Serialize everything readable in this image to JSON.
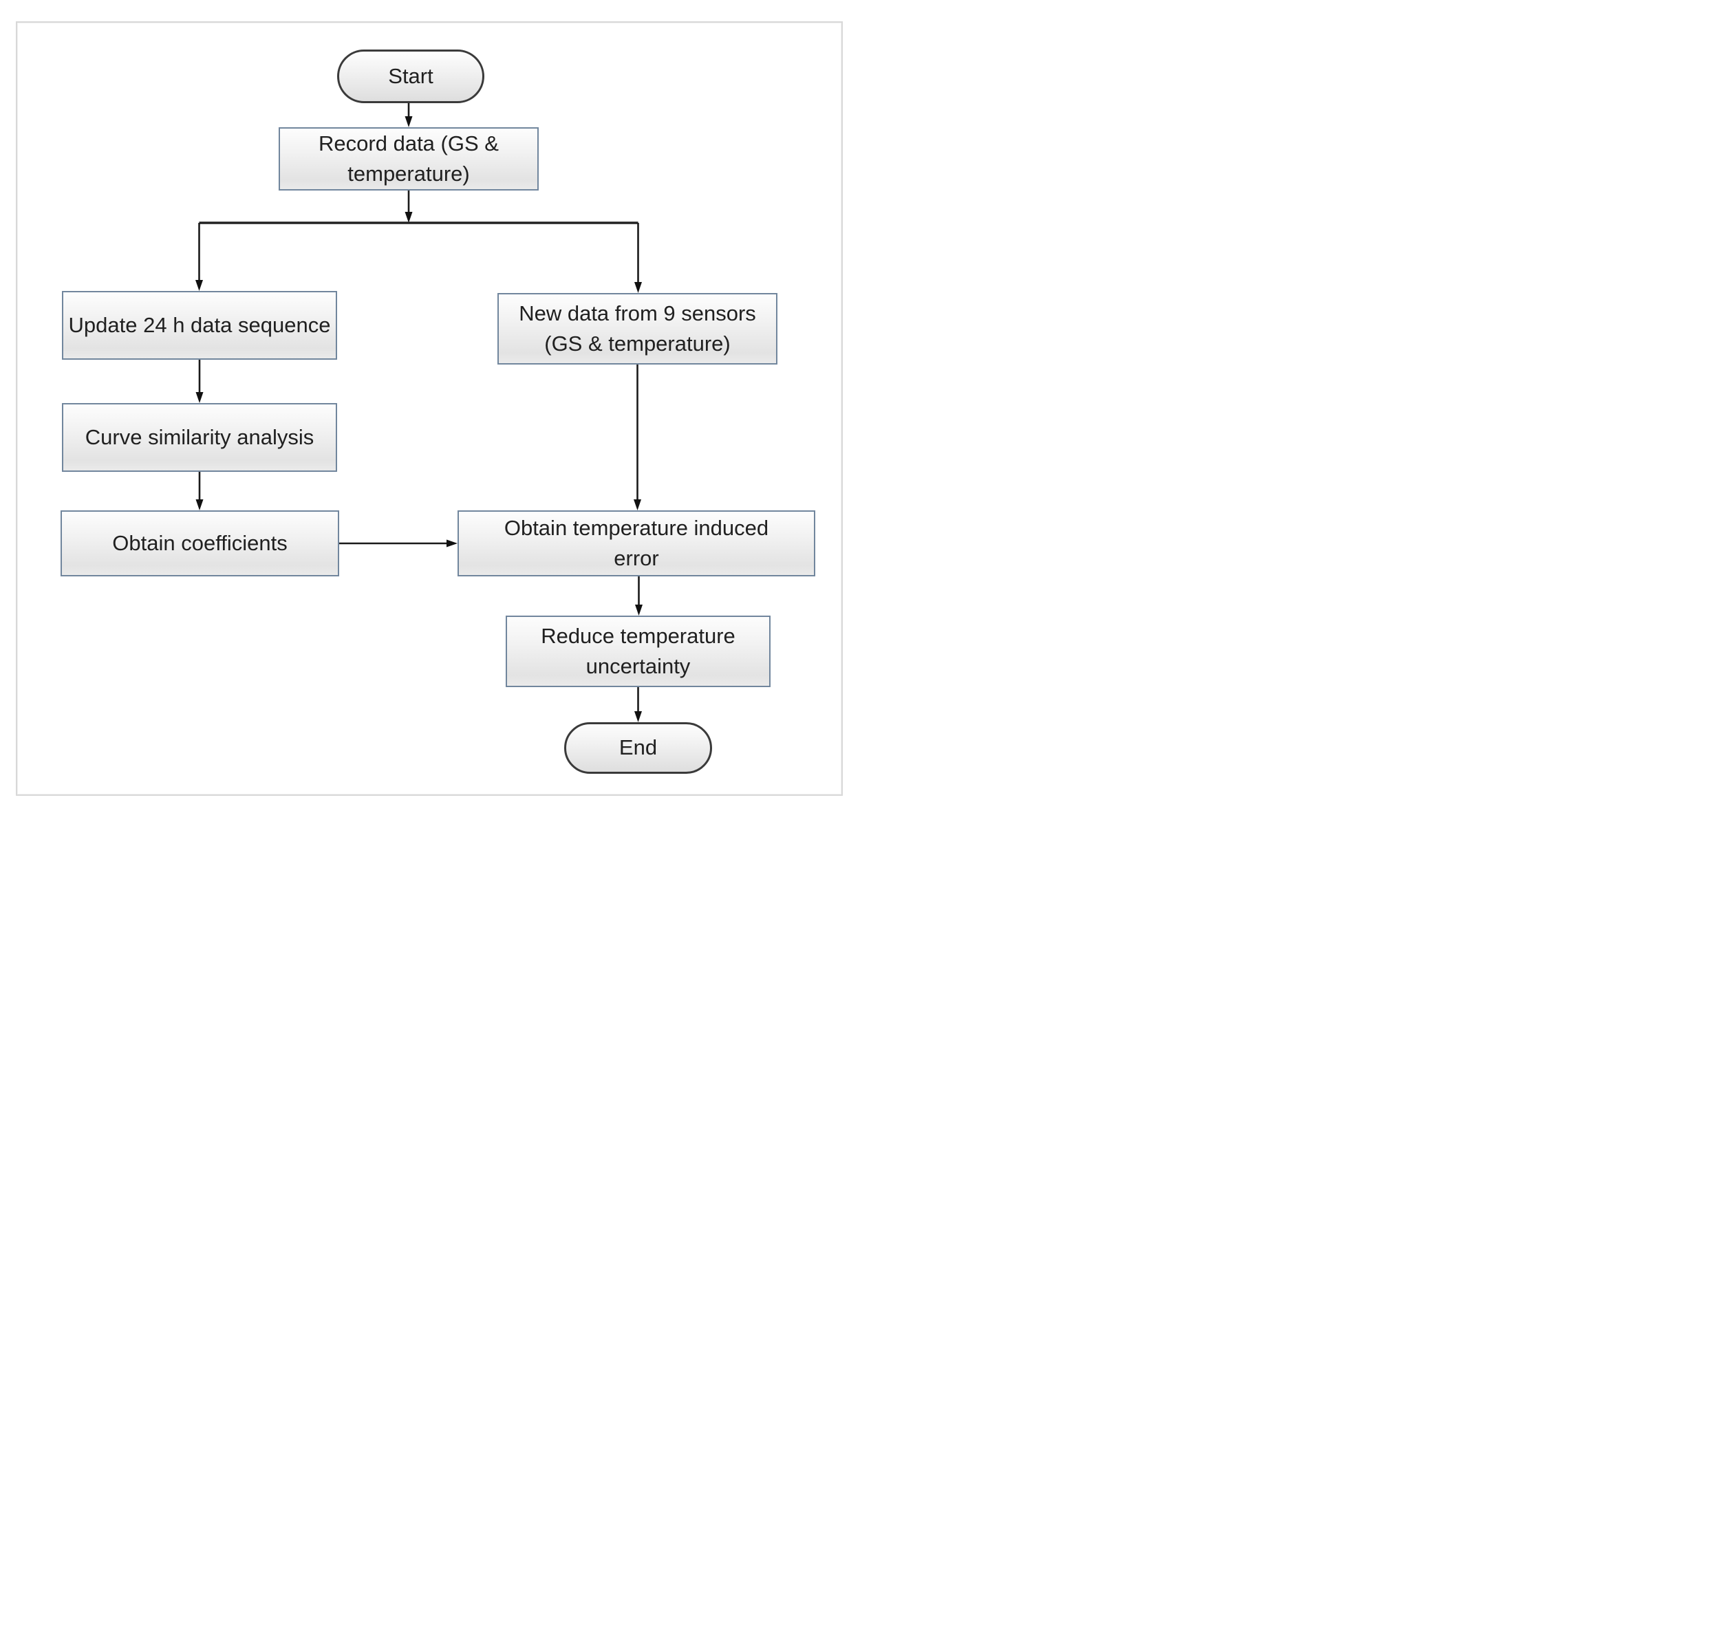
{
  "figure_type": "flowchart",
  "nodes": {
    "start": {
      "label": "Start",
      "shape": "terminator"
    },
    "record": {
      "label": "Record data (GS & temperature)",
      "shape": "process"
    },
    "update": {
      "label": "Update 24 h data sequence",
      "shape": "process"
    },
    "curve": {
      "label": "Curve similarity analysis",
      "shape": "process"
    },
    "obtain": {
      "label": "Obtain coefficients",
      "shape": "process"
    },
    "newdata": {
      "label": "New data from 9 sensors (GS & temperature)",
      "shape": "process"
    },
    "error": {
      "label": "Obtain temperature induced error",
      "shape": "process"
    },
    "reduce": {
      "label": "Reduce temperature uncertainty",
      "shape": "process"
    },
    "end": {
      "label": "End",
      "shape": "terminator"
    }
  },
  "edges": [
    {
      "from": "start",
      "to": "record"
    },
    {
      "from": "record",
      "to": "branch-split"
    },
    {
      "from": "branch-split",
      "to": "update"
    },
    {
      "from": "branch-split",
      "to": "newdata"
    },
    {
      "from": "update",
      "to": "curve"
    },
    {
      "from": "curve",
      "to": "obtain"
    },
    {
      "from": "obtain",
      "to": "error"
    },
    {
      "from": "newdata",
      "to": "error"
    },
    {
      "from": "error",
      "to": "reduce"
    },
    {
      "from": "reduce",
      "to": "end"
    }
  ],
  "colors": {
    "process_border": "#71869d",
    "terminator_border": "#3a3a3a",
    "shape_fill_top": "#fdfdfd",
    "shape_fill_bottom": "#e3e3e3",
    "connector": "#1a1a1a",
    "text": "#202020",
    "figure_border": "#d8d8d8",
    "background": "#ffffff"
  }
}
